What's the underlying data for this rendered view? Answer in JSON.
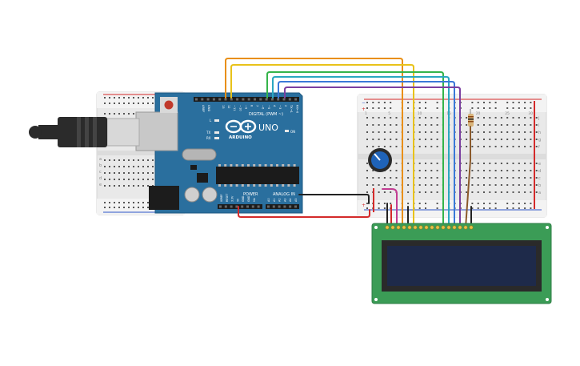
{
  "board": {
    "brand": "ARDUINO",
    "model": "UNO",
    "digital_label": "DIGITAL (PWM ~)",
    "power_label": "POWER",
    "analog_label": "ANALOG IN",
    "on_label": "ON",
    "aref_label": "AREF",
    "gnd_label": "GND",
    "l_label": "L",
    "tx_label": "TX",
    "rx_label": "RX",
    "digital_pins": [
      "13",
      "12",
      "~11",
      "~10",
      "~9",
      "8",
      "7",
      "~6",
      "~5",
      "4",
      "~3",
      "2",
      "TX→1",
      "RX←0"
    ],
    "power_pins": [
      "IOREF",
      "RESET",
      "3.3V",
      "5V",
      "GND",
      "GND",
      "Vin"
    ],
    "analog_pins": [
      "A0",
      "A1",
      "A2",
      "A3",
      "A4",
      "A5"
    ]
  },
  "breadboard_right": {
    "column_numbers": [
      "1",
      "",
      "",
      "",
      "5",
      "",
      "",
      "",
      "",
      "10",
      "",
      "",
      "",
      "",
      "15",
      "",
      "",
      "",
      "",
      "20",
      "",
      "",
      "",
      "",
      "25",
      "",
      "",
      "",
      "30"
    ],
    "row_letters_top": [
      "j",
      "i",
      "h",
      "g",
      "f"
    ],
    "row_letters_bottom": [
      "e",
      "d",
      "c",
      "b",
      "a"
    ]
  },
  "breadboard_left": {
    "row_letters_bottom": [
      "e",
      "d",
      "c",
      "b",
      "a"
    ]
  },
  "colors": {
    "board": "#2a6f9e",
    "board_dark": "#1f5a83",
    "lcd_pcb": "#3b9c56",
    "lcd_screen": "#1e2a4a",
    "wire_orange": "#e98f14",
    "wire_yellow": "#e8c21a",
    "wire_green": "#35b44a",
    "wire_teal": "#2aa7c1",
    "wire_blue": "#3a78d8",
    "wire_purple": "#7b3fa0",
    "wire_magenta": "#c23c92",
    "wire_red": "#d42a2a",
    "wire_black": "#222222",
    "rail_red": "#d42a2a",
    "rail_blue": "#2c55c9"
  }
}
